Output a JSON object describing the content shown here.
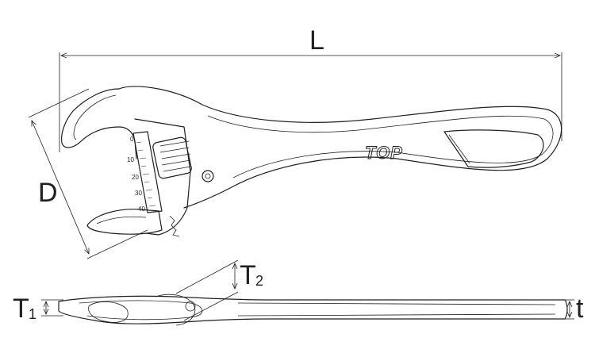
{
  "dimensions": {
    "length": "L",
    "jaw_capacity": "D",
    "head_thickness_1": "T",
    "head_thickness_1_sub": "1",
    "head_thickness_2": "T",
    "head_thickness_2_sub": "2",
    "handle_thickness": "t"
  },
  "brand_logo": "TOP",
  "scale_marks": [
    "0",
    "10",
    "20",
    "30",
    "40"
  ]
}
